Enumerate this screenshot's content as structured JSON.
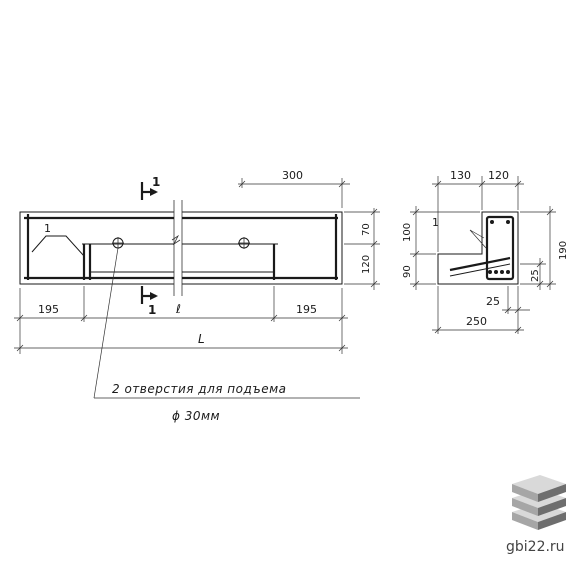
{
  "drawing": {
    "front": {
      "dim_top": "300",
      "dim_right_upper": "70",
      "dim_right_lower": "120",
      "dim_left_end": "195",
      "dim_middle": "ℓ",
      "dim_right_end": "195",
      "dim_total": "L",
      "bar_mark": "1",
      "section_mark_top": "1",
      "section_mark_bottom": "1"
    },
    "section": {
      "dim_top_left": "130",
      "dim_top_right": "120",
      "dim_left_upper": "100",
      "dim_left_lower": "90",
      "dim_right_total": "190",
      "dim_right_small": "25",
      "dim_bottom_small": "25",
      "dim_bottom_total": "250",
      "bar_mark": "1"
    },
    "notes": {
      "holes_line1": "2 отверстия для подъема",
      "holes_line2": "ϕ 30мм"
    }
  },
  "brand": {
    "site": "gbi22.ru",
    "colors": {
      "cube_top": "#d9d9d9",
      "cube_mid": "#a6a6a6",
      "cube_dark": "#6e6e6e"
    }
  }
}
